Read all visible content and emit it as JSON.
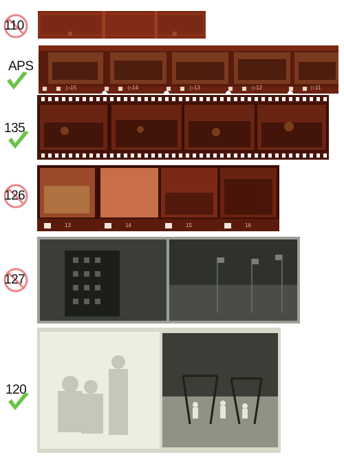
{
  "formats": [
    {
      "label": "110",
      "status": "unsupported",
      "frame_numbers": []
    },
    {
      "label": "APS",
      "status": "supported",
      "frame_numbers": [
        "▷15",
        "▷14",
        "▷13",
        "▷12",
        "▷11"
      ]
    },
    {
      "label": "135",
      "status": "supported",
      "frame_numbers": []
    },
    {
      "label": "126",
      "status": "unsupported",
      "frame_numbers": [
        "13",
        "14",
        "15",
        "16"
      ]
    },
    {
      "label": "127",
      "status": "unsupported",
      "frame_numbers": []
    },
    {
      "label": "120",
      "status": "supported",
      "frame_numbers": []
    }
  ],
  "icons": {
    "unsupported": "prohibited-circle-icon",
    "supported": "green-checkmark-icon"
  },
  "colors": {
    "prohibited_red": "#e8868a",
    "check_green": "#6cc24a",
    "orange_film": "#7a2410",
    "film_base": "#5a1a0c",
    "bw_negative": "#3a3d38",
    "medium_format_light": "#e8e9dc"
  }
}
